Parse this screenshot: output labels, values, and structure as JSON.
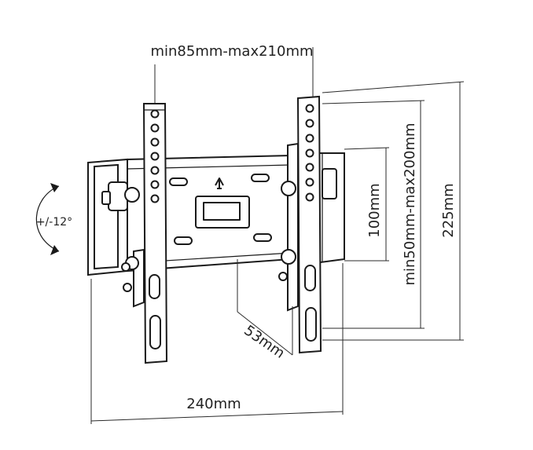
{
  "labels": {
    "mount_width": "min85mm-max210mm",
    "mount_height": "min50mm-max200mm",
    "hole_spacing": "100mm",
    "total_height": "225mm",
    "depth": "53mm",
    "total_width": "240mm",
    "tilt": "+/-12°"
  },
  "colors": {
    "line": "#1a1a1a",
    "background": "#ffffff"
  }
}
